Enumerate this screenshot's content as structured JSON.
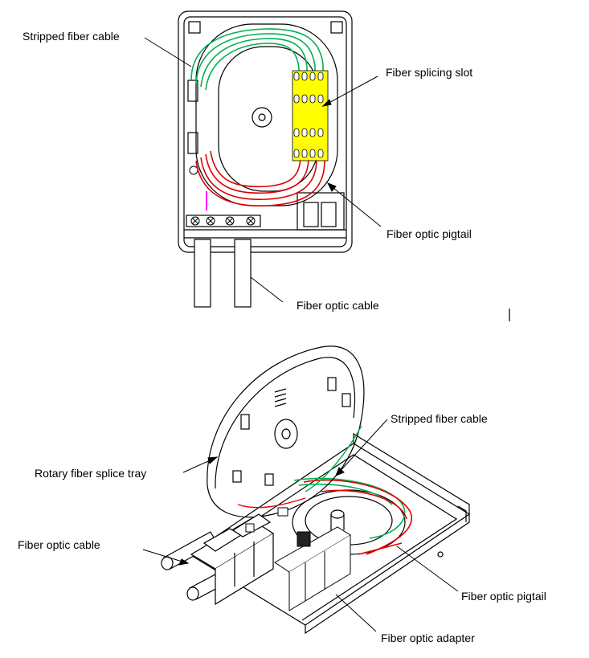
{
  "diagram": {
    "top_view": {
      "labels": {
        "stripped_fiber_cable": "Stripped fiber cable",
        "fiber_splicing_slot": "Fiber splicing slot",
        "fiber_optic_pigtail": "Fiber optic pigtail",
        "fiber_optic_cable": "Fiber optic  cable"
      }
    },
    "perspective_view": {
      "labels": {
        "stripped_fiber_cable": "Stripped fiber cable",
        "rotary_fiber_splice_tray": "Rotary fiber splice tray",
        "fiber_optic_cable": "Fiber optic  cable",
        "fiber_optic_pigtail": "Fiber optic pigtail",
        "fiber_optic_adapter": "Fiber optic adapter"
      }
    },
    "colors": {
      "line": "#000000",
      "fiber_green": "#00b050",
      "fiber_red": "#e00000",
      "splice_yellow": "#ffff00",
      "accent_magenta": "#ff00ff"
    }
  }
}
